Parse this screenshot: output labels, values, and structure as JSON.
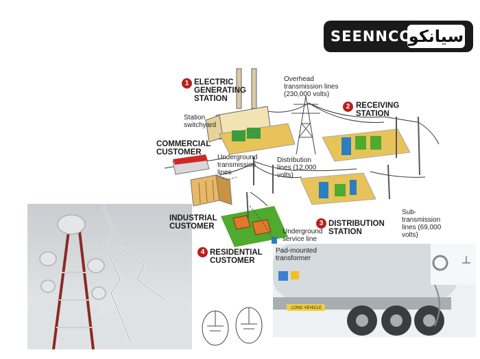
{
  "logo": {
    "latin": "SEENNCO",
    "persian": "سیانکو"
  },
  "labels": {
    "station1_num": "1",
    "station1": "ELECTRIC GENERATING STATION",
    "station_switchyard": "Station switchyard",
    "overhead": "Overhead transmission lines (230,000 volts)",
    "station2_num": "2",
    "station2": "RECEIVING STATION",
    "commercial": "COMMERCIAL CUSTOMER",
    "underground_tx": "Underground transmission lines",
    "distribution_lines": "Distribution lines (12,000 volts)",
    "industrial": "INDUSTRIAL CUSTOMER",
    "sub_tx": "Sub-transmission lines (69,000 volts)",
    "station3_num": "3",
    "station3": "DISTRIBUTION STATION",
    "underground_service": "Underground service line",
    "station4_num": "4",
    "residential": "RESIDENTIAL CUSTOMER",
    "pad_mounted": "Pad-mounted transformer",
    "long_vehicle": "LONG VEHICLE"
  },
  "colors": {
    "station_number": "#b8201e",
    "pad_yellow": "#e8c35a",
    "grass": "#4faa2e",
    "transformer_blue": "#2a7fbf"
  }
}
